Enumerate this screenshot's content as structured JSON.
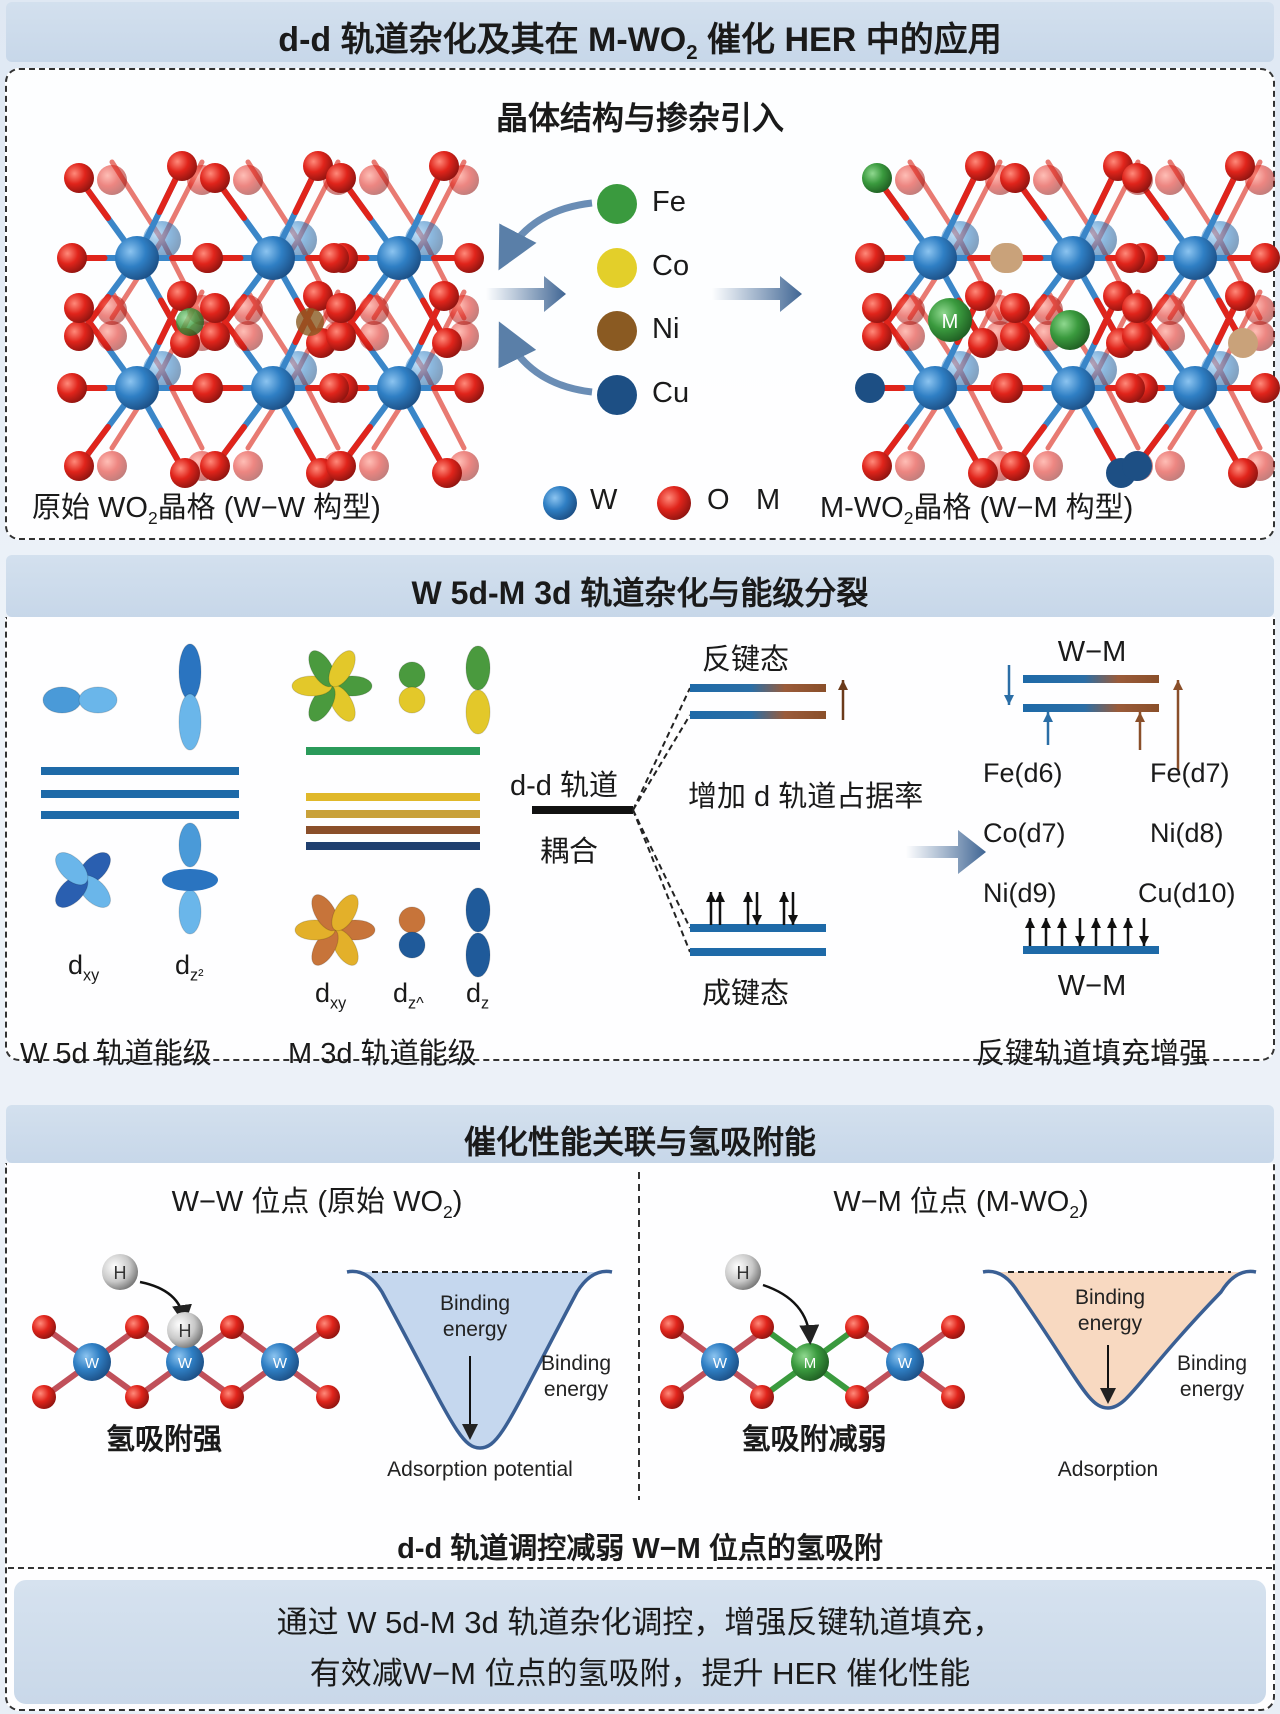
{
  "title": {
    "prefix": "d-d 轨道杂化及其在 M-WO",
    "sub": "2",
    "suffix": " 催化 HER 中的应用"
  },
  "panel1": {
    "heading": "晶体结构与掺杂引入",
    "dopants": [
      {
        "label": "Fe",
        "color": "#3a9a3e"
      },
      {
        "label": "Co",
        "color": "#e3cf2a"
      },
      {
        "label": "Ni",
        "color": "#8a5a22"
      },
      {
        "label": "Cu",
        "color": "#1d4f84"
      }
    ],
    "caption_left": {
      "prefix": "原始 WO",
      "sub": "2",
      "suffix": "晶格 (W−W 构型)"
    },
    "legend": {
      "w": "W",
      "o": "O",
      "m": "M"
    },
    "caption_right": {
      "prefix": "M-WO",
      "sub": "2",
      "suffix": "晶格 (W−M 构型)"
    },
    "dopant_marker": "M",
    "colors": {
      "W": "#2f7fc4",
      "O": "#e0241b",
      "M": "#3a9a3e"
    }
  },
  "panel2": {
    "heading": "W 5d-M 3d 轨道杂化与能级分裂",
    "w_orbitals": [
      {
        "d": "d",
        "sub": "xy"
      },
      {
        "d": "d",
        "sub": "z²"
      }
    ],
    "w_caption": "W 5d 轨道能级",
    "m_orbitals": [
      {
        "d": "d",
        "sub": "xy"
      },
      {
        "d": "d",
        "sub": "z^"
      },
      {
        "d": "d",
        "sub": "z"
      }
    ],
    "m_caption": "M 3d 轨道能级",
    "coupling_line1": "d-d 轨道",
    "coupling_line2": "耦合",
    "antibonding": "反键态",
    "bonding": "成键态",
    "increase_label": "增加 d 轨道占据率",
    "wm_top": "W−M",
    "wm_bottom": "W−M",
    "configs": [
      [
        "Fe(d6)",
        "Fe(d7)"
      ],
      [
        "Co(d7)",
        "Ni(d8)"
      ],
      [
        "Ni(d9)",
        "Cu(d10)"
      ]
    ],
    "result_caption": "反键轨道填充增强"
  },
  "panel3": {
    "heading": "催化性能关联与氢吸附能",
    "left": {
      "title": {
        "prefix": "W−W 位点 (原始 WO",
        "sub": "2",
        "suffix": ")"
      },
      "h_label": "H",
      "site_labels": [
        "W",
        "W",
        "W"
      ],
      "result": "氢吸附强",
      "well_inner": [
        "Binding",
        "energy"
      ],
      "well_side": [
        "Binding",
        "energy"
      ],
      "well_bottom": "Adsorption potential",
      "well_fill": "#b7cdea"
    },
    "right": {
      "title": {
        "prefix": "W−M 位点 (M-WO",
        "sub": "2",
        "suffix": ")"
      },
      "h_label": "H",
      "site_labels": [
        "W",
        "M",
        "W"
      ],
      "result": "氢吸附减弱",
      "well_inner": [
        "Binding",
        "energy"
      ],
      "well_side": [
        "Binding",
        "energy"
      ],
      "well_bottom": "Adsorption",
      "well_fill": "#f6cfb2"
    },
    "conclusion": "d-d 轨道调控减弱 W−M 位点的氢吸附"
  },
  "summary": {
    "line1": "通过 W 5d-M 3d 轨道杂化调控，增强反键轨道填充，",
    "line2": "有效减W−M 位点的氢吸附，提升 HER 催化性能"
  }
}
